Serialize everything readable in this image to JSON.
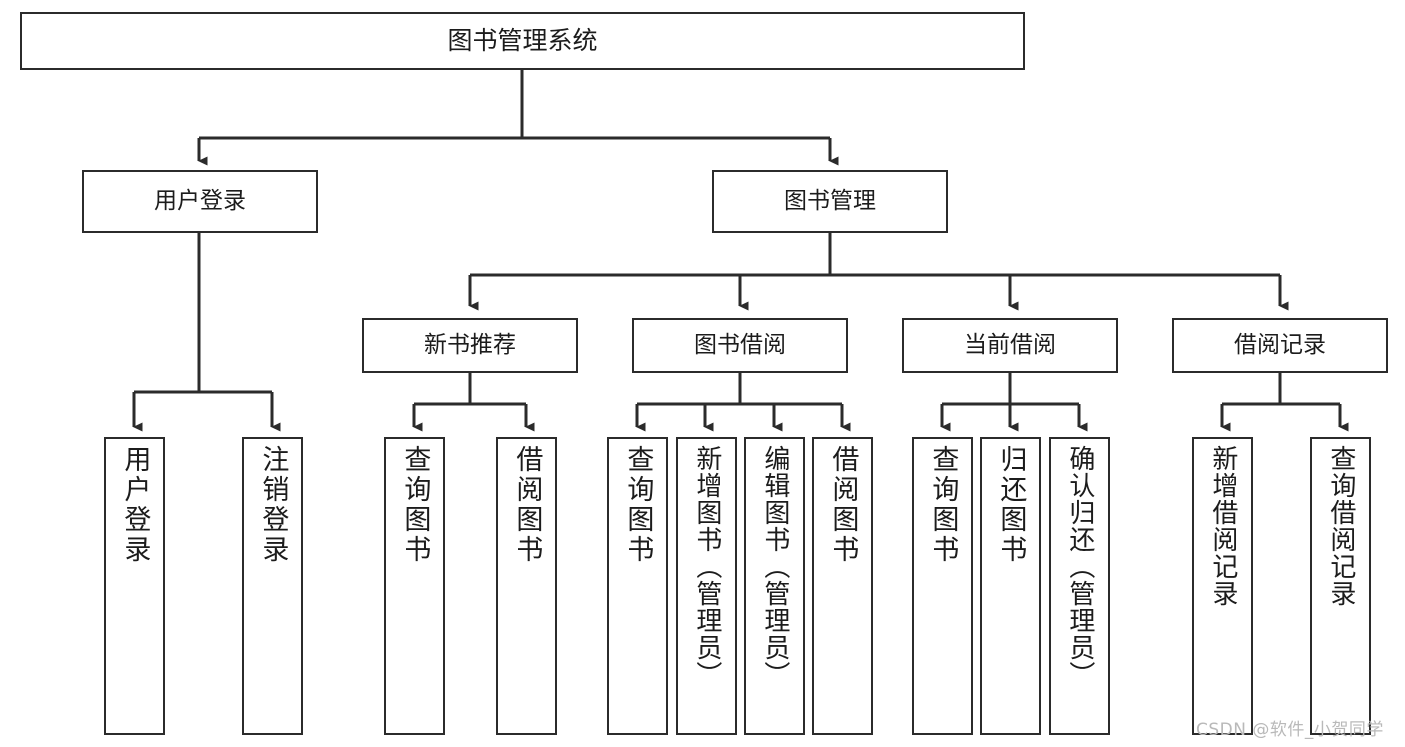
{
  "diagram": {
    "type": "tree-hierarchy",
    "title": "图书管理系统",
    "root": {
      "label": "图书管理系统"
    },
    "level1": [
      {
        "label": "用户登录"
      },
      {
        "label": "图书管理"
      }
    ],
    "level2": [
      {
        "label": "新书推荐",
        "parent": "图书管理"
      },
      {
        "label": "图书借阅",
        "parent": "图书管理"
      },
      {
        "label": "当前借阅",
        "parent": "图书管理"
      },
      {
        "label": "借阅记录",
        "parent": "图书管理"
      }
    ],
    "leaves": {
      "用户登录": [
        {
          "label": "用户登录"
        },
        {
          "label": "注销登录"
        }
      ],
      "新书推荐": [
        {
          "label": "查询图书"
        },
        {
          "label": "借阅图书"
        }
      ],
      "图书借阅": [
        {
          "label": "查询图书"
        },
        {
          "label": "新增图书（管理员）"
        },
        {
          "label": "编辑图书（管理员）"
        },
        {
          "label": "借阅图书"
        }
      ],
      "当前借阅": [
        {
          "label": "查询图书"
        },
        {
          "label": "归还图书"
        },
        {
          "label": "确认归还（管理员）"
        }
      ],
      "借阅记录": [
        {
          "label": "新增借阅记录"
        },
        {
          "label": "查询借阅记录"
        }
      ]
    }
  },
  "watermark": {
    "text": "CSDN @软件_小贺同学"
  },
  "colors": {
    "stroke": "#2b2b2b",
    "background": "#ffffff",
    "text": "#1c1c1c",
    "watermark": "#b9b9b9"
  }
}
